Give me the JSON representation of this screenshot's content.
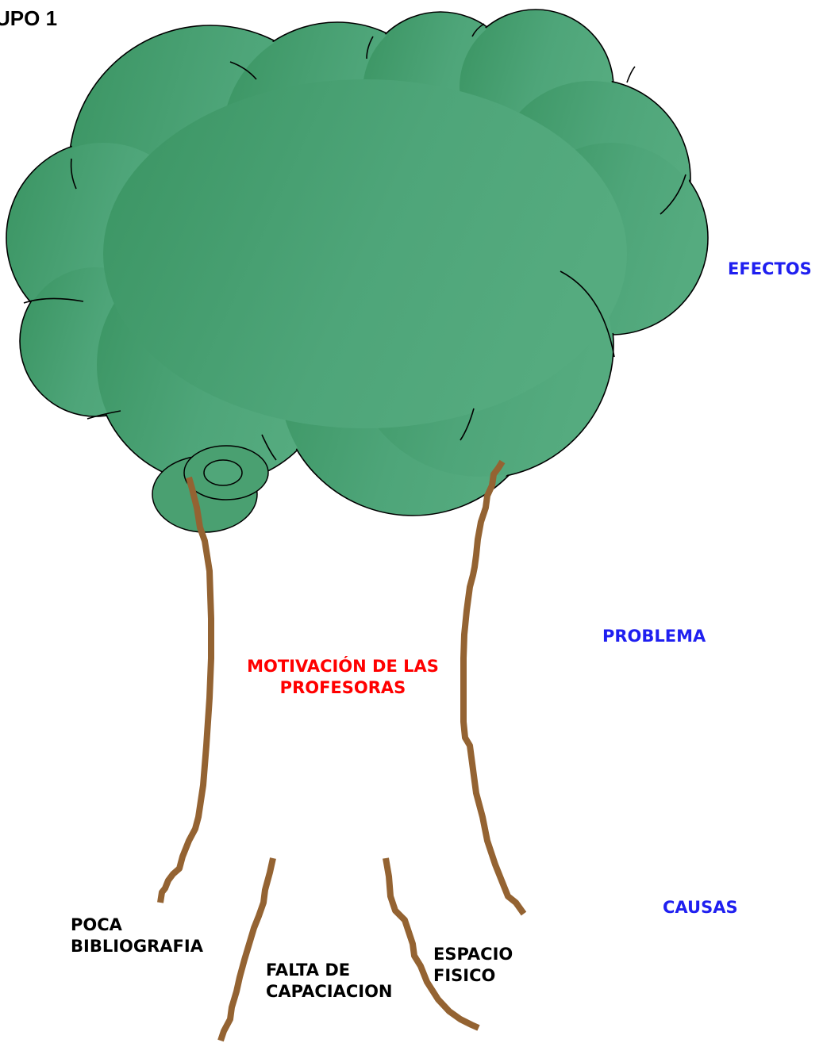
{
  "title": "UPO 1",
  "labels": {
    "efectos": "EFECTOS",
    "problema": "PROBLEMA",
    "causas": "CAUSAS"
  },
  "problem": {
    "line1": "MOTIVACIÓN DE LAS",
    "line2": "PROFESORAS"
  },
  "causes": [
    {
      "line1": "POCA",
      "line2": "BIBLIOGRAFIA"
    },
    {
      "line1": "FALTA DE",
      "line2": "CAPACIACION"
    },
    {
      "line1": "ESPACIO",
      "line2": "FISICO"
    }
  ],
  "colors": {
    "crown": "#4aa071",
    "crown_dark": "#3a9462",
    "branch": "#946332",
    "section_label": "#1f1ff0",
    "problem_text": "#ff0000",
    "cause_text": "#000000"
  }
}
